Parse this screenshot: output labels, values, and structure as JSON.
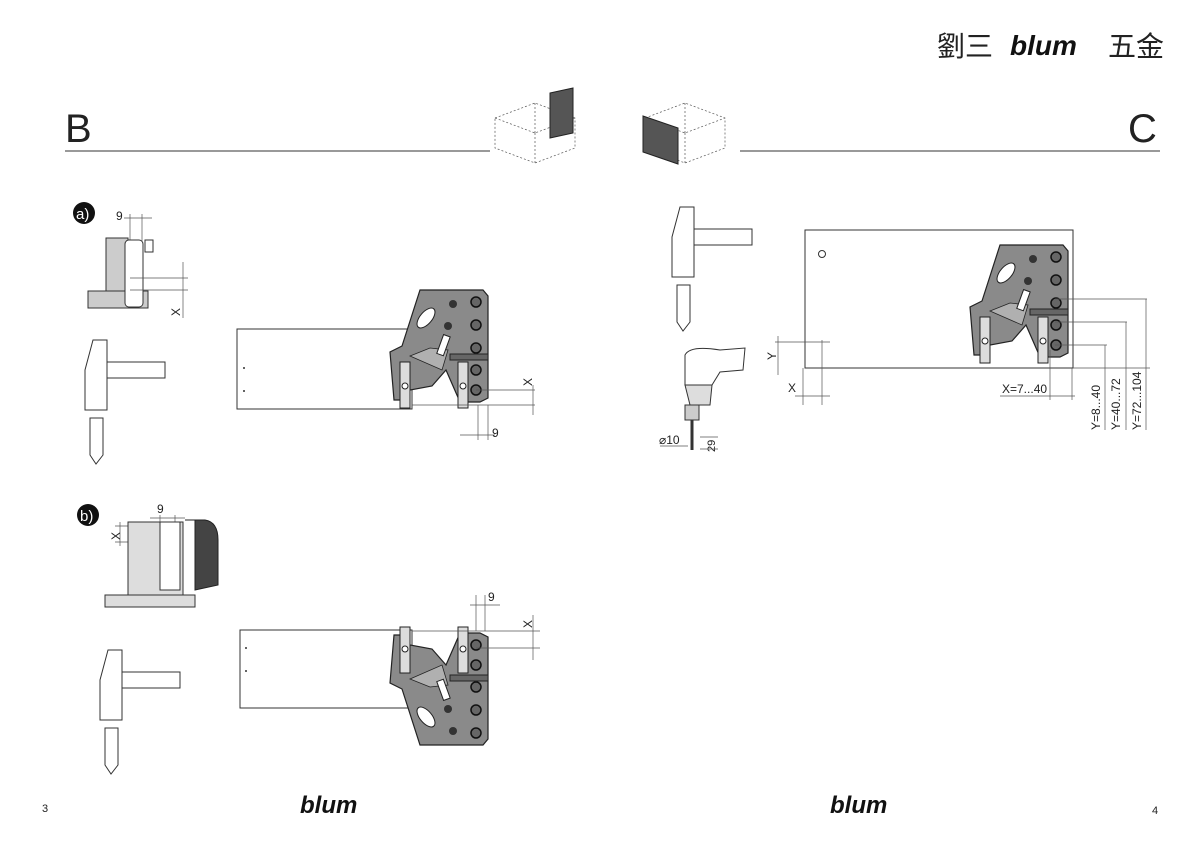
{
  "header": {
    "brand_left": "劉三",
    "brand_logo": "blum",
    "brand_right": "五金"
  },
  "sections": {
    "b": {
      "letter": "B",
      "a": {
        "label": "a)",
        "dim_top": "9",
        "dim_x": "X",
        "dim_x_main": "X",
        "dim_9_main": "9"
      },
      "b": {
        "label": "b)",
        "dim_top": "9",
        "dim_x": "X",
        "dim_x_main": "X",
        "dim_9_main": "9"
      }
    },
    "c": {
      "letter": "C",
      "dim_y": "Y",
      "dim_x": "X",
      "x_range": "X=7...40",
      "y_ranges": [
        "Y=8...40",
        "Y=40...72",
        "Y=72...104"
      ],
      "drill_diameter": "⌀10",
      "drill_depth": "29"
    }
  },
  "footer": {
    "page_left": "3",
    "page_right": "4",
    "logo": "blum"
  }
}
